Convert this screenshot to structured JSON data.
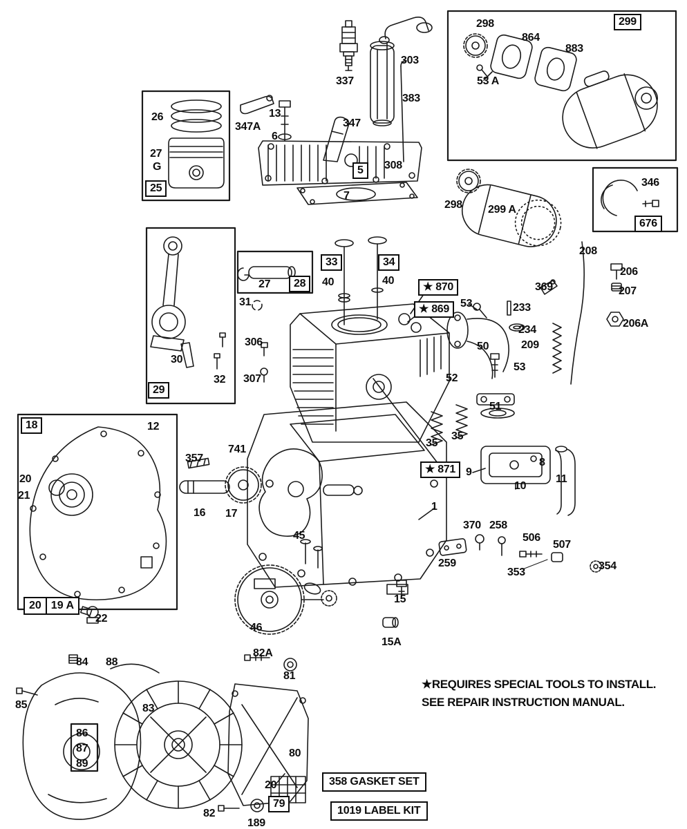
{
  "figure": {
    "type": "exploded-parts-diagram",
    "subject": "small engine parts breakdown"
  },
  "note": {
    "line1": "★REQUIRES SPECIAL TOOLS TO INSTALL.",
    "line2": "SEE REPAIR INSTRUCTION MANUAL."
  },
  "kits": {
    "gasket_set": "358 GASKET SET",
    "label_kit": "1019 LABEL KIT"
  },
  "labels": [
    "298",
    "864",
    "883",
    "299",
    "53 A",
    "337",
    "303",
    "383",
    "26",
    "27",
    "G",
    "25",
    "347A",
    "13",
    "6",
    "347",
    "5",
    "308",
    "7",
    "298",
    "299 A",
    "346",
    "676",
    "208",
    "206",
    "207",
    "206A",
    "33",
    "40",
    "34",
    "40",
    "★ 870",
    "★ 869",
    "53",
    "233",
    "234",
    "209",
    "369",
    "27",
    "28",
    "31",
    "306",
    "307",
    "30",
    "32",
    "29",
    "50",
    "52",
    "53",
    "51",
    "35",
    "35",
    "★ 871",
    "9",
    "8",
    "10",
    "11",
    "18",
    "12",
    "20",
    "21",
    "20",
    "19 A",
    "22",
    "357",
    "741",
    "16",
    "17",
    "1",
    "45",
    "46",
    "15",
    "15A",
    "370",
    "258",
    "259",
    "506",
    "507",
    "353",
    "354",
    "84",
    "88",
    "82A",
    "81",
    "85",
    "83",
    "86",
    "87",
    "89",
    "80",
    "20",
    "79",
    "82",
    "189"
  ]
}
